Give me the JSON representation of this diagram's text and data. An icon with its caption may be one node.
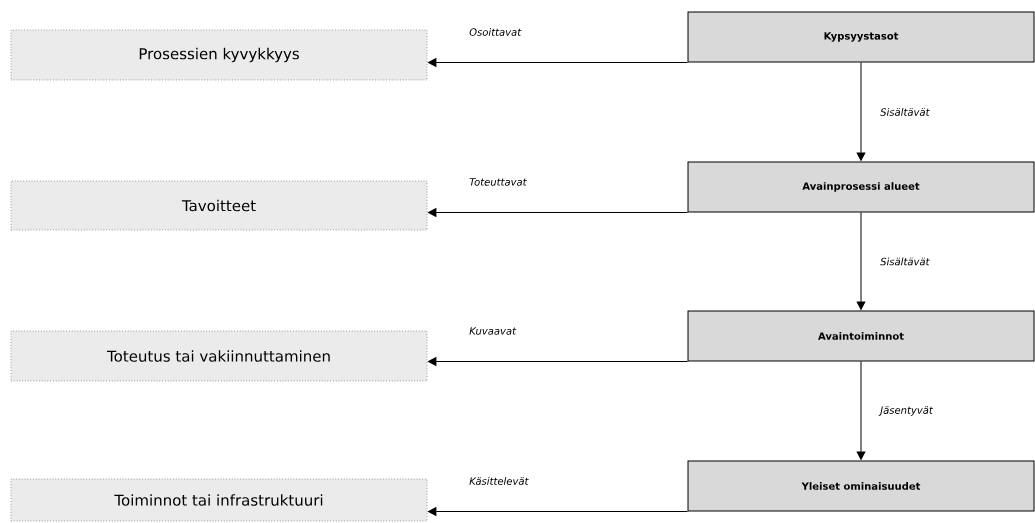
{
  "diagram": {
    "nodes": [
      {
        "text": [
          "Prosessien kyvykkyys"
        ]
      },
      {
        "text": [
          "Kypsyystasot"
        ]
      },
      {
        "text": [
          "Tavoitteet"
        ]
      },
      {
        "text": [
          "Avainprosessi alueet"
        ]
      },
      {
        "text": [
          "Toteutus tai vakiinnuttaminen"
        ]
      },
      {
        "text": [
          "Avaintoiminnot"
        ]
      },
      {
        "text": [
          "Toiminnot tai infrastruktuuri"
        ]
      },
      {
        "text": [
          "Yleiset ominaisuudet"
        ]
      }
    ],
    "edges": [
      {
        "from": 1,
        "to": 0,
        "arrow": "to",
        "label": "Osoittavat"
      },
      {
        "from": 1,
        "to": 3,
        "arrow": "to",
        "label": "Sisältävät"
      },
      {
        "from": 3,
        "to": 2,
        "arrow": "to",
        "label": "Toteuttavat"
      },
      {
        "from": 3,
        "to": 5,
        "arrow": "to",
        "label": "Sisältävät"
      },
      {
        "from": 5,
        "to": 4,
        "arrow": "to",
        "label": "Kuvaavat"
      },
      {
        "from": 5,
        "to": 7,
        "arrow": "to",
        "label": "Jäsentyvät"
      },
      {
        "from": 7,
        "to": 6,
        "arrow": "to",
        "label": "Käsittelevät"
      }
    ]
  }
}
